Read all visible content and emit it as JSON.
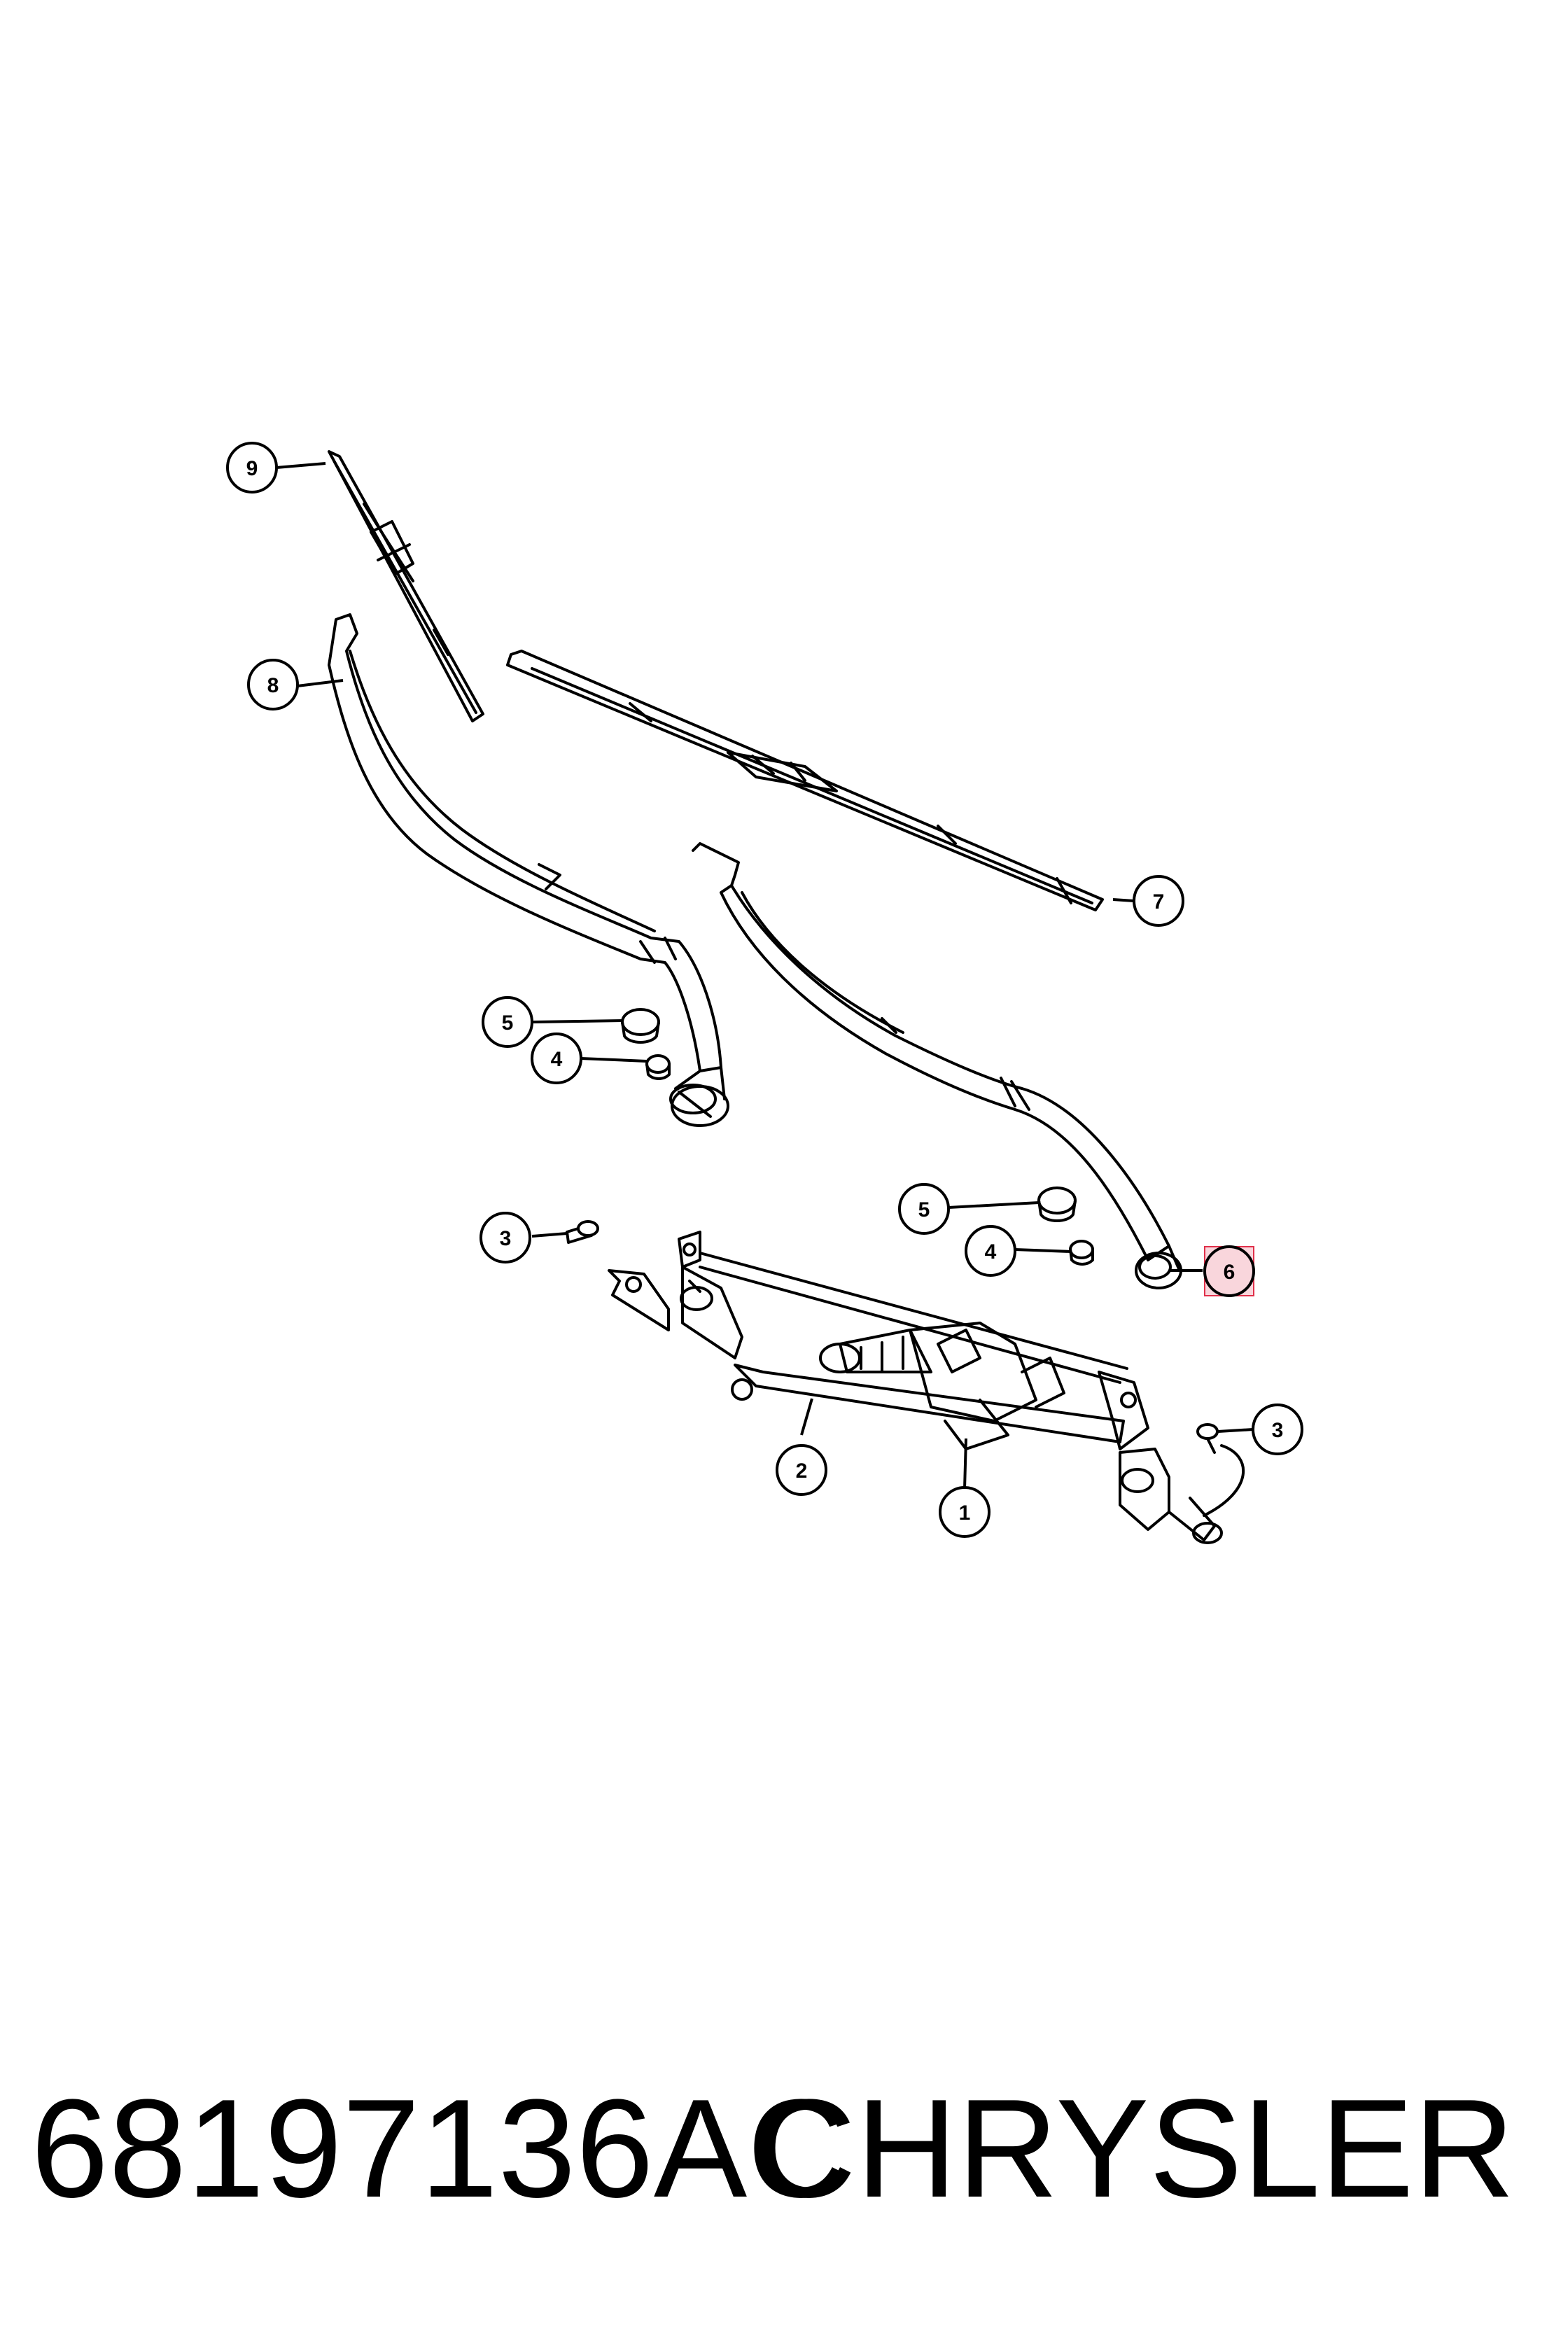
{
  "callouts": [
    {
      "id": "c9",
      "label": "9"
    },
    {
      "id": "c8",
      "label": "8"
    },
    {
      "id": "c7",
      "label": "7"
    },
    {
      "id": "c5a",
      "label": "5"
    },
    {
      "id": "c4a",
      "label": "4"
    },
    {
      "id": "c5b",
      "label": "5"
    },
    {
      "id": "c4b",
      "label": "4"
    },
    {
      "id": "c6",
      "label": "6",
      "highlighted": true
    },
    {
      "id": "c3a",
      "label": "3"
    },
    {
      "id": "c3b",
      "label": "3"
    },
    {
      "id": "c2",
      "label": "2"
    },
    {
      "id": "c1",
      "label": "1"
    }
  ],
  "footer": {
    "part_number": "68197136AC",
    "brand": "CHRYSLER"
  },
  "colors": {
    "line": "#000000",
    "background": "#ffffff",
    "highlight_fill": "#f9d6dc",
    "highlight_border": "#e0304a"
  }
}
